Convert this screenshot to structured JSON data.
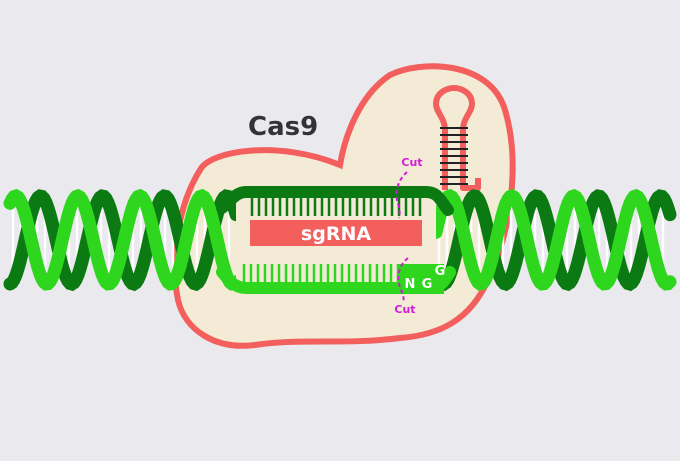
{
  "labels": {
    "protein": "Cas9",
    "guide": "sgRNA",
    "cut_top": "Cut",
    "cut_bottom": "Cut",
    "pam_n": "N",
    "pam_g1": "G",
    "pam_g2": "G"
  },
  "colors": {
    "background": "#e9e9ee",
    "protein_fill": "#f3ebd6",
    "protein_outline": "#f25f5c",
    "dna_dark": "#0c7a12",
    "dna_light": "#2fd61e",
    "sgrna": "#f25f5c",
    "cut_marker": "#d21bd8",
    "label_dark": "#333333",
    "rung": "#ffffff"
  }
}
